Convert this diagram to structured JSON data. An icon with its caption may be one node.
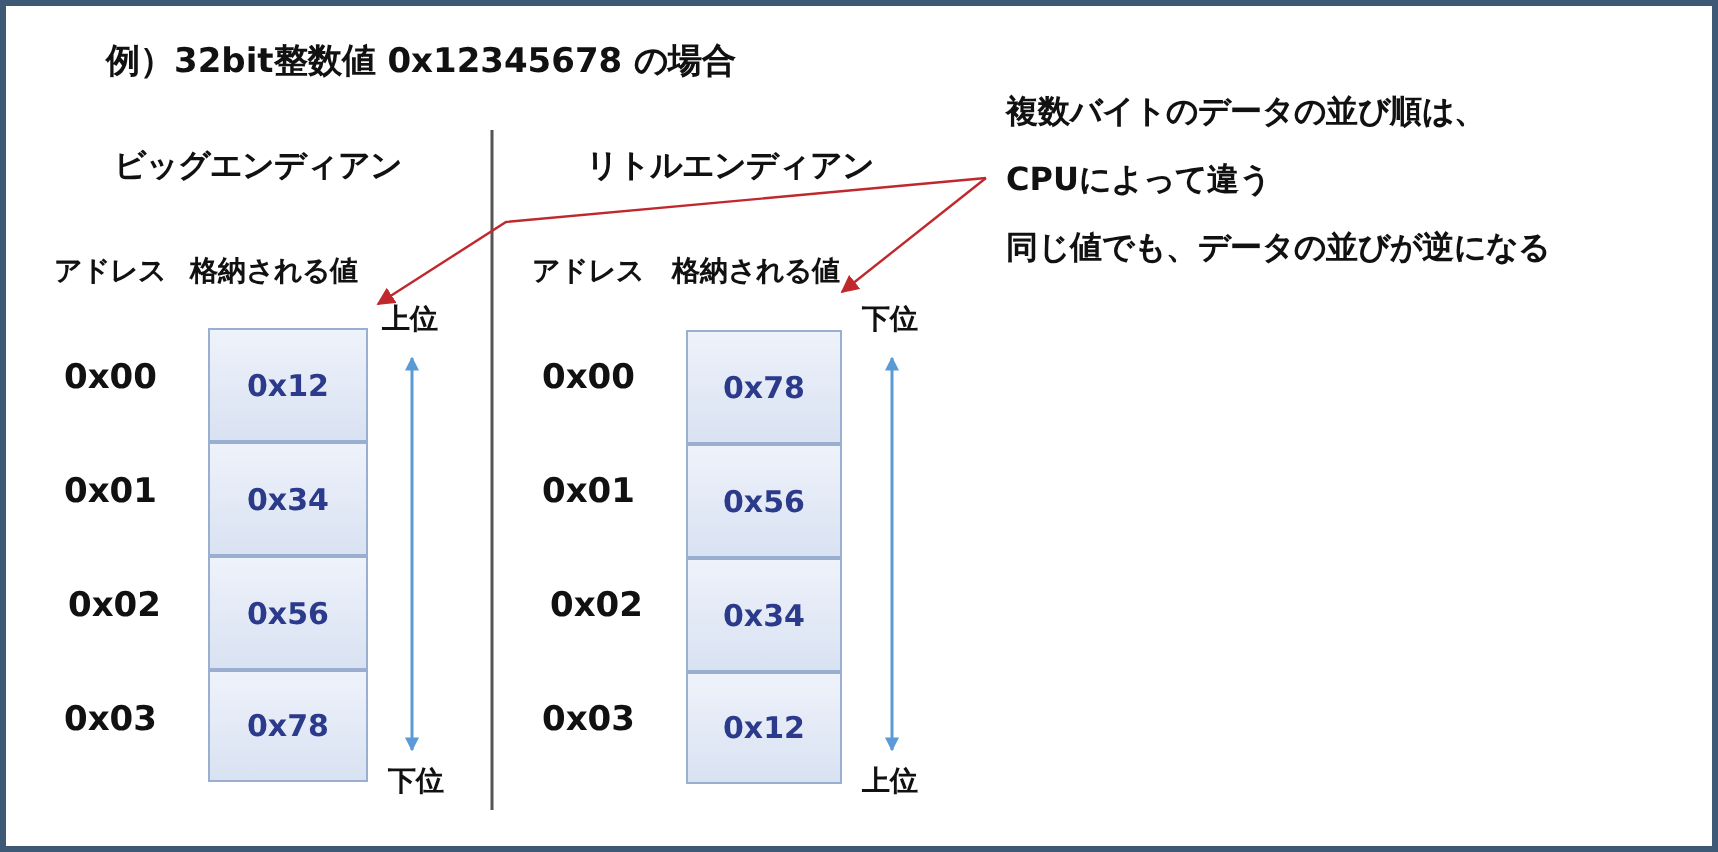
{
  "diagram": {
    "title": "例）32bit整数値 0x12345678 の場合",
    "nodes": [
      {
        "text": [
          "複数バイトのデータの並び順は、",
          "CPUによって違う",
          "同じ値でも、データの並びが逆になる"
        ]
      },
      {
        "text": [
          "0x12"
        ]
      },
      {
        "text": [
          "0x34"
        ]
      },
      {
        "text": [
          "0x56"
        ]
      },
      {
        "text": [
          "0x78"
        ]
      },
      {
        "text": [
          "0x78"
        ]
      },
      {
        "text": [
          "0x56"
        ]
      },
      {
        "text": [
          "0x34"
        ]
      },
      {
        "text": [
          "0x12"
        ]
      },
      {
        "text": [
          "上位"
        ]
      },
      {
        "text": [
          "格納される値"
        ]
      }
    ],
    "edges": [
      {
        "from": 0,
        "to": 9,
        "arrow": "to",
        "color": "#c0282d"
      },
      {
        "from": 0,
        "to": 10,
        "arrow": "to",
        "color": "#c0282d"
      }
    ],
    "labels": [
      "ビッグエンディアン",
      "リトルエンディアン",
      "アドレス",
      "格納される値",
      "アドレス",
      "下位",
      "0x00",
      "0x01",
      "0x02",
      "0x03",
      "0x00",
      "0x01",
      "0x02",
      "0x03",
      "下位",
      "上位"
    ]
  }
}
